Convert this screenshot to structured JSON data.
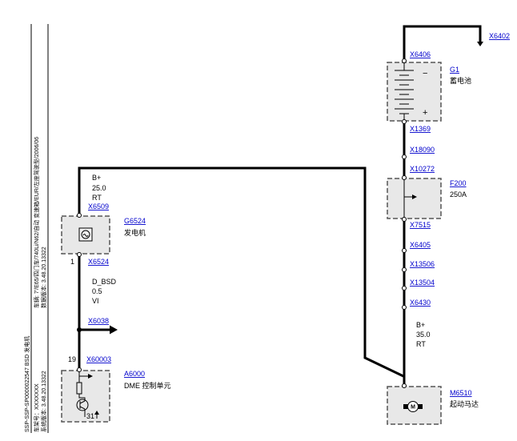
{
  "meta": {
    "document": "SSP-SSP-SP0000022547 BSD 发电机",
    "vin": "车架号：XXXXXXX",
    "system_version": "系统版本: 3.48.20.13322",
    "vehicle": "车辆: 7'/E65/四门车/740Li/N62/自动 变速箱/EUR/左座驾驶型/2006/06",
    "data_version": "数据版本: 3.48.20.13322"
  },
  "colors": {
    "link": "#0000cc",
    "wire": "#000000",
    "component_fill": "#e8e8e8",
    "component_border": "#555555"
  },
  "components": {
    "battery": {
      "id": "G1",
      "name": "蓄电池",
      "minus": "−",
      "plus": "+",
      "icon": "battery-icon"
    },
    "fuse": {
      "id": "F200",
      "rating": "250A",
      "icon": "fuse-icon"
    },
    "starter": {
      "id": "M6510",
      "name": "起动马达",
      "symbol": "M",
      "icon": "motor-icon"
    },
    "generator": {
      "id": "G6524",
      "name": "发电机",
      "icon": "generator-icon"
    },
    "dme": {
      "id": "A6000",
      "name": "DME 控制单元",
      "ground_terminal": "31",
      "icon": "transistor-icon"
    }
  },
  "connectors": {
    "x6402": "X6402",
    "x6406": "X6406",
    "x1369": "X1369",
    "x18090": "X18090",
    "x10272": "X10272",
    "x7515": "X7515",
    "x6405": "X6405",
    "x13506": "X13506",
    "x13504": "X13504",
    "x6430": "X6430",
    "x6509": "X6509",
    "x6524": "X6524",
    "x6038": "X6038",
    "x60003": "X60003"
  },
  "pins": {
    "x6524": "1",
    "x60003": "19"
  },
  "wires": {
    "starter_feed": {
      "signal": "B+",
      "cross_section": "35.0",
      "color_code": "RT"
    },
    "generator_feed": {
      "signal": "B+",
      "cross_section": "25.0",
      "color_code": "RT"
    },
    "bsd": {
      "signal": "D_BSD",
      "cross_section": "0.5",
      "color_code": "VI"
    }
  }
}
